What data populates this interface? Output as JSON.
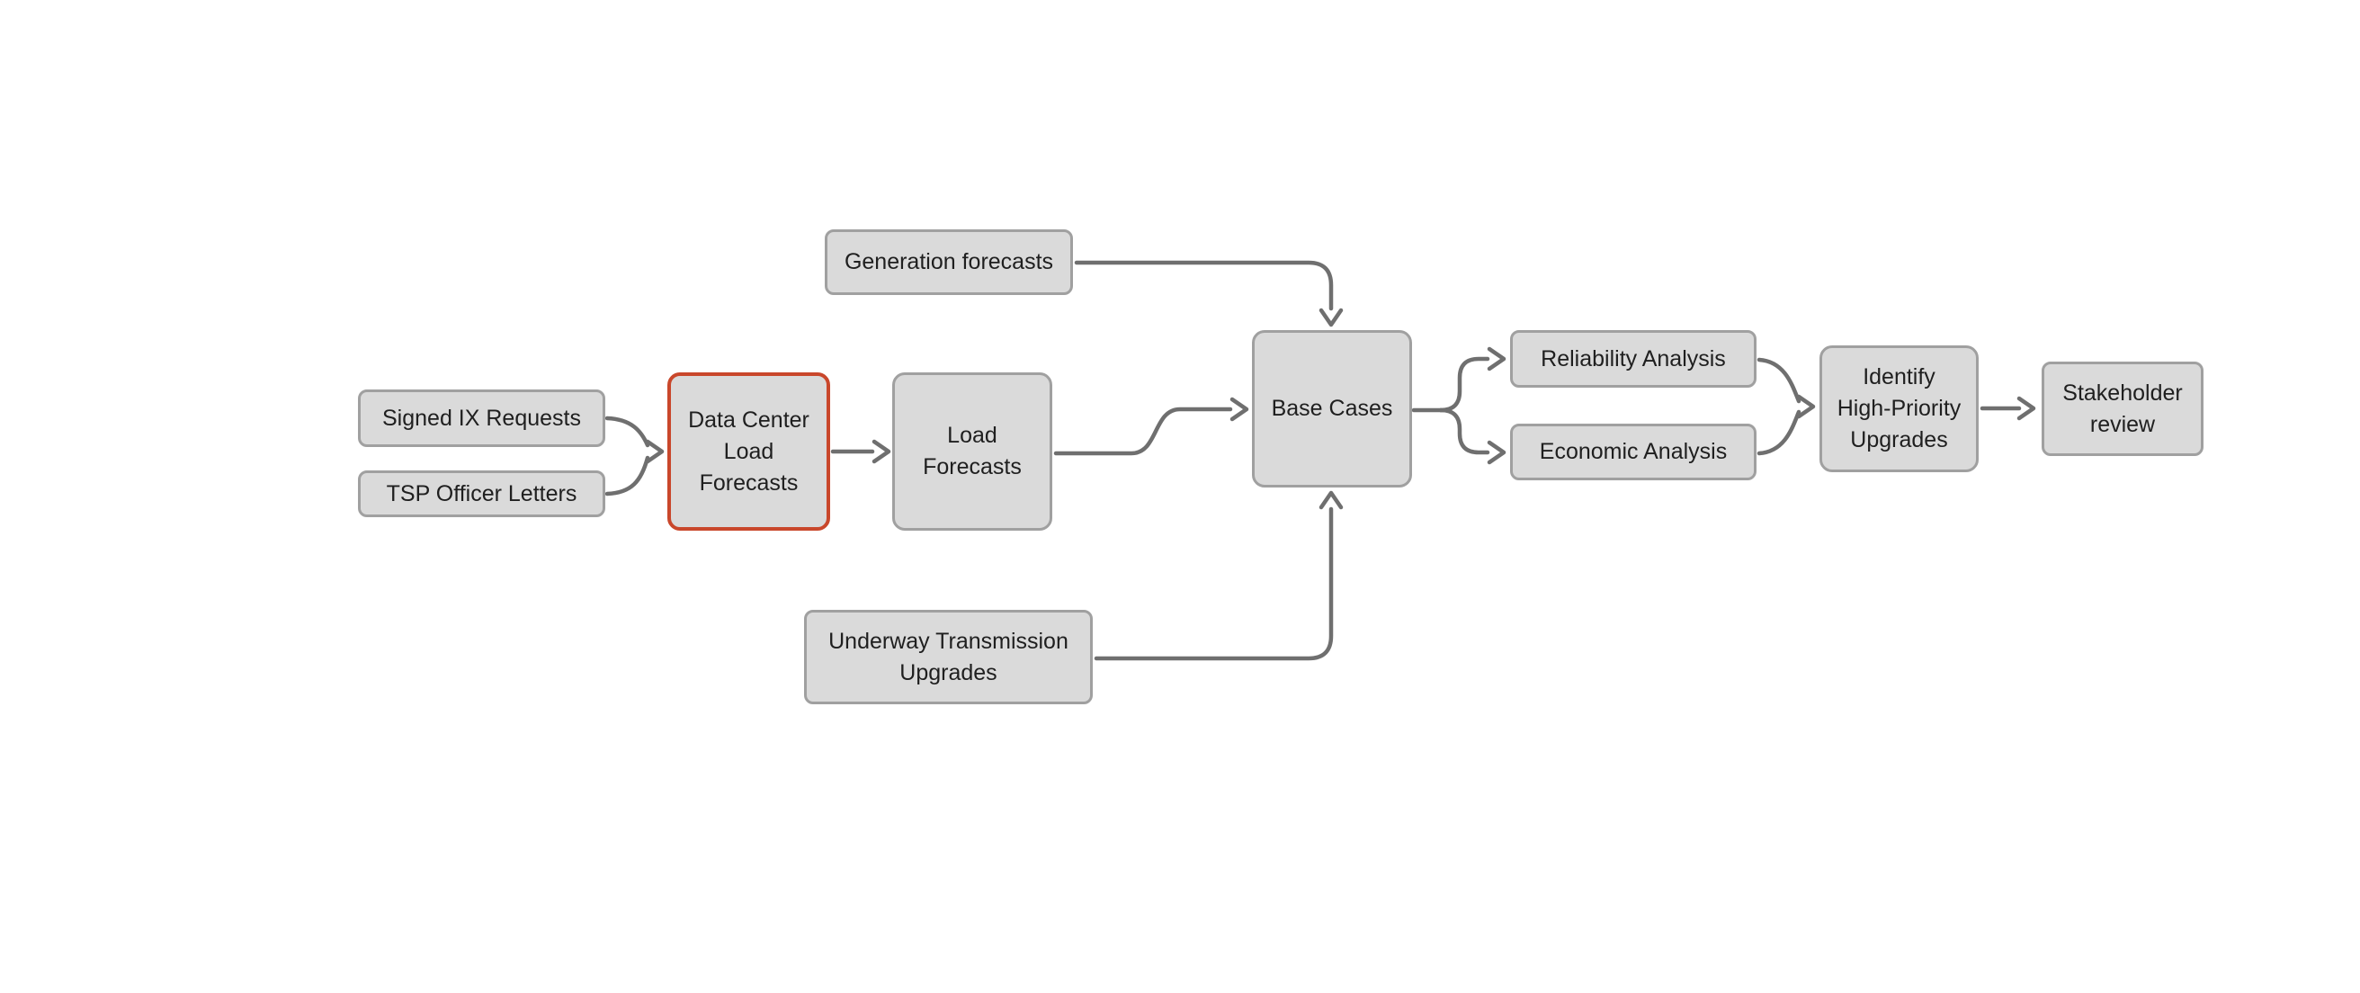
{
  "diagram": {
    "type": "flowchart",
    "background": "#ffffff",
    "colors": {
      "node_fill": "#dadada",
      "node_border": "#a0a0a0",
      "highlight_border": "#c9472b",
      "arrow": "#6f6f6f",
      "text": "#1f1f1f"
    },
    "nodes": {
      "signed_ix": {
        "label": "Signed IX Requests",
        "highlighted": false
      },
      "tsp_letters": {
        "label": "TSP Officer Letters",
        "highlighted": false
      },
      "dc_load": {
        "label": "Data Center\nLoad\nForecasts",
        "highlighted": true
      },
      "load_forecasts": {
        "label": "Load\nForecasts",
        "highlighted": false
      },
      "generation_forecasts": {
        "label": "Generation forecasts",
        "highlighted": false
      },
      "underway_upgrades": {
        "label": "Underway Transmission\nUpgrades",
        "highlighted": false
      },
      "base_cases": {
        "label": "Base Cases",
        "highlighted": false
      },
      "reliability": {
        "label": "Reliability Analysis",
        "highlighted": false
      },
      "economic": {
        "label": "Economic Analysis",
        "highlighted": false
      },
      "identify": {
        "label": "Identify\nHigh-Priority\nUpgrades",
        "highlighted": false
      },
      "stakeholder": {
        "label": "Stakeholder\nreview",
        "highlighted": false
      }
    },
    "edges": [
      {
        "name": "signed-ix-to-dc-load",
        "from": "signed_ix",
        "to": "dc_load"
      },
      {
        "name": "tsp-letters-to-dc-load",
        "from": "tsp_letters",
        "to": "dc_load"
      },
      {
        "name": "dc-load-to-load-forecasts",
        "from": "dc_load",
        "to": "load_forecasts"
      },
      {
        "name": "load-forecasts-to-base-cases",
        "from": "load_forecasts",
        "to": "base_cases"
      },
      {
        "name": "generation-to-base-cases",
        "from": "generation_forecasts",
        "to": "base_cases"
      },
      {
        "name": "underway-to-base-cases",
        "from": "underway_upgrades",
        "to": "base_cases"
      },
      {
        "name": "base-cases-to-reliability",
        "from": "base_cases",
        "to": "reliability"
      },
      {
        "name": "base-cases-to-economic",
        "from": "base_cases",
        "to": "economic"
      },
      {
        "name": "reliability-to-identify",
        "from": "reliability",
        "to": "identify"
      },
      {
        "name": "economic-to-identify",
        "from": "economic",
        "to": "identify"
      },
      {
        "name": "identify-to-stakeholder",
        "from": "identify",
        "to": "stakeholder"
      }
    ]
  }
}
